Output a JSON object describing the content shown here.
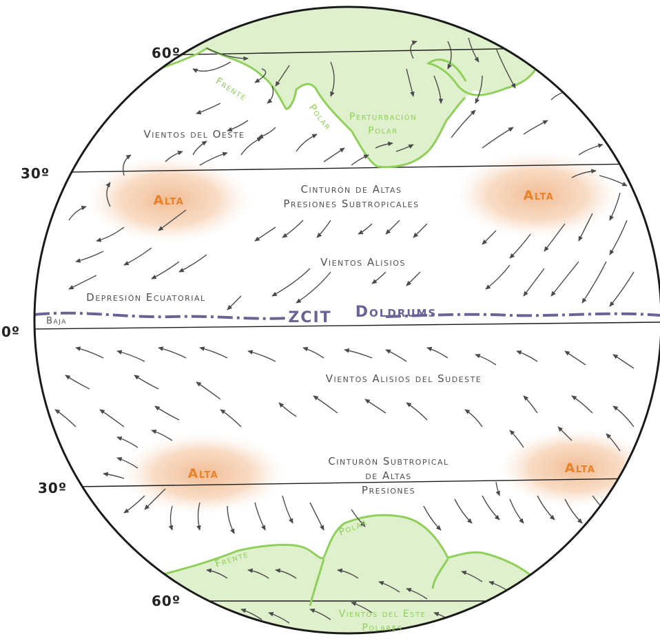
{
  "latitudes": {
    "n60": "60º",
    "n30": "30º",
    "eq": "0º",
    "s30": "30º",
    "s60": "60º"
  },
  "labels": {
    "frente_n": "Frente",
    "polar_n": "Polar",
    "perturbacion_1": "Perturbación",
    "perturbacion_2": "Polar",
    "vientos_oeste": "Vientos del Oeste",
    "alta_nw": "Alta",
    "alta_ne": "Alta",
    "cinturon_n_1": "Cinturón de Altas",
    "cinturon_n_2": "Presiones Subtropicales",
    "alisios": "Vientos Alisios",
    "depresion": "Depresión Ecuatorial",
    "baja": "Baja",
    "zcit": "ZCIT",
    "doldrums": "Doldrums",
    "alisios_sudeste": "Vientos Alisios del Sudeste",
    "alta_sw": "Alta",
    "alta_se": "Alta",
    "cinturon_s_1": "Cinturón Subtropical",
    "cinturon_s_2": "de Altas",
    "cinturon_s_3": "Presiones",
    "polar_s": "Polar",
    "frente_s": "Frente",
    "este_1": "Vientos del Este",
    "este_2": "Polares"
  },
  "colors": {
    "outline": "#1a1a1a",
    "arrow": "#4a4a4a",
    "high_pressure": "#f3c4a0",
    "polar_fill": "#dff0cc",
    "polar_line": "#8fcf5a",
    "itcz": "#6a6494",
    "alta_text": "#e8822a"
  }
}
